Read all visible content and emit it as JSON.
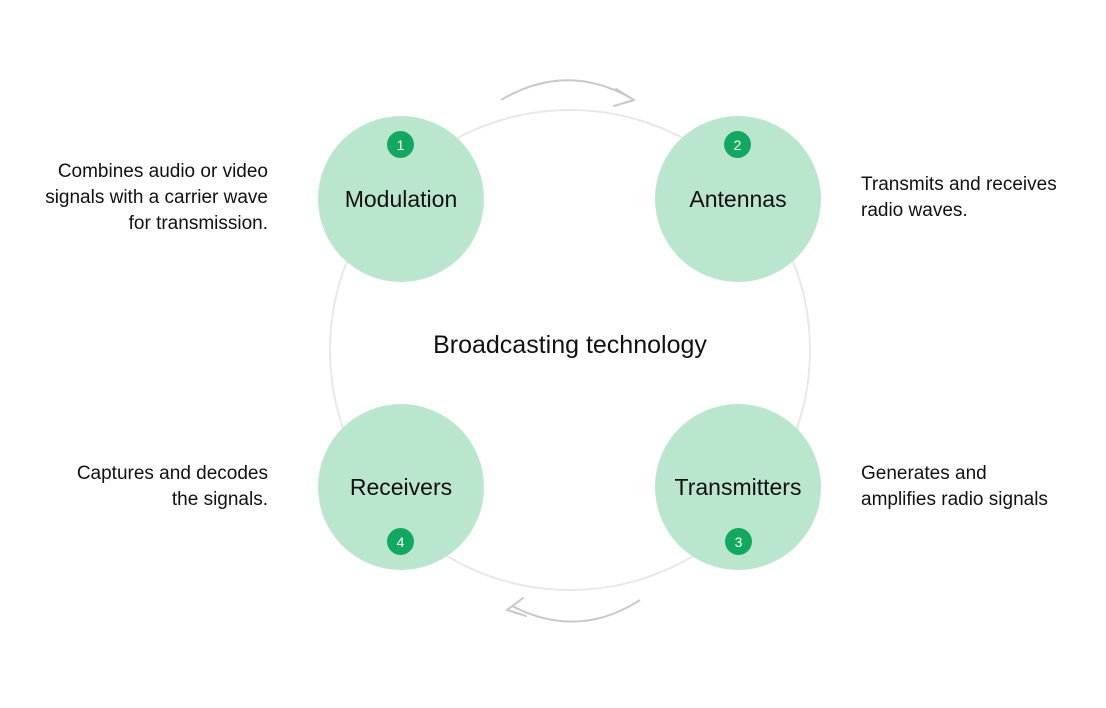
{
  "diagram": {
    "center_title": "Broadcasting technology",
    "colors": {
      "node_fill": "#b9e6cd",
      "badge_fill": "#13a860",
      "ring_stroke": "#e8e8e8",
      "arrow_stroke": "#c8c8c8"
    },
    "nodes": [
      {
        "number": "1",
        "label": "Modulation",
        "description": [
          "Combines audio or video",
          "signals with a carrier wave",
          "for transmission."
        ]
      },
      {
        "number": "2",
        "label": "Antennas",
        "description": [
          "Transmits and receives",
          "radio waves."
        ]
      },
      {
        "number": "3",
        "label": "Transmitters",
        "description": [
          "Generates and",
          "amplifies radio signals"
        ]
      },
      {
        "number": "4",
        "label": "Receivers",
        "description": [
          "Captures and decodes",
          "the signals."
        ]
      }
    ]
  }
}
